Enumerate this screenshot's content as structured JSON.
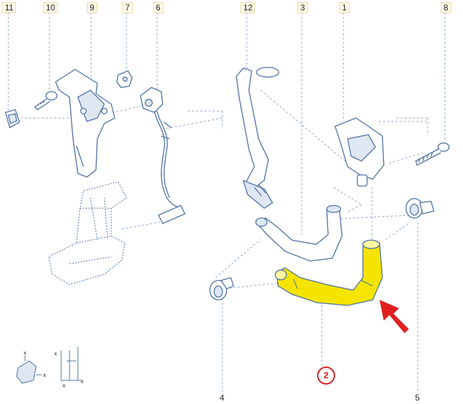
{
  "callouts_top": [
    {
      "id": "11",
      "label": "11"
    },
    {
      "id": "10",
      "label": "10"
    },
    {
      "id": "9",
      "label": "9"
    },
    {
      "id": "7",
      "label": "7"
    },
    {
      "id": "6",
      "label": "6"
    },
    {
      "id": "12",
      "label": "12"
    },
    {
      "id": "3",
      "label": "3"
    },
    {
      "id": "1",
      "label": "1"
    },
    {
      "id": "8",
      "label": "8"
    }
  ],
  "callouts_bottom": [
    {
      "id": "4",
      "label": "4"
    },
    {
      "id": "5",
      "label": "5"
    }
  ],
  "highlighted_part": {
    "label": "2"
  },
  "colors": {
    "outline": "#4a6fa5",
    "highlight_fill": "#f5e400",
    "arrow": "#e02020",
    "leader_dashed": "#8aa6cf"
  }
}
